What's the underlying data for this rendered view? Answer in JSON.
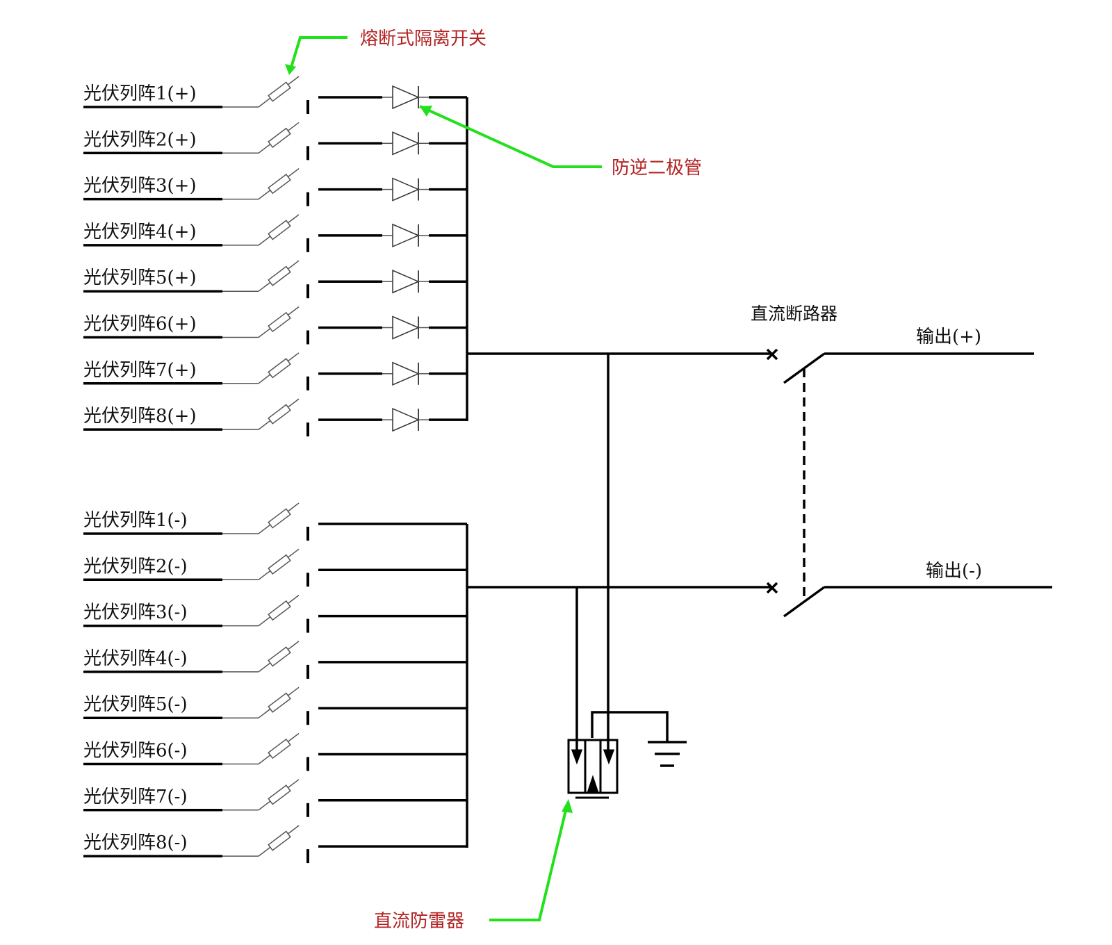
{
  "positive_inputs": [
    "光伏列阵1(+)",
    "光伏列阵2(+)",
    "光伏列阵3(+)",
    "光伏列阵4(+)",
    "光伏列阵5(+)",
    "光伏列阵6(+)",
    "光伏列阵7(+)",
    "光伏列阵8(+)"
  ],
  "negative_inputs": [
    "光伏列阵1(-)",
    "光伏列阵2(-)",
    "光伏列阵3(-)",
    "光伏列阵4(-)",
    "光伏列阵5(-)",
    "光伏列阵6(-)",
    "光伏列阵7(-)",
    "光伏列阵8(-)"
  ],
  "callouts": {
    "fuse_switch": "熔断式隔离开关",
    "anti_reverse_diode": "防逆二极管",
    "surge_protector": "直流防雷器"
  },
  "breaker_label": "直流断路器",
  "outputs": {
    "positive": "输出(+)",
    "negative": "输出(-)"
  },
  "colors": {
    "wire": "#000000",
    "thin": "#555555",
    "leader": "#22e01a",
    "callout_text": "#b22222"
  }
}
